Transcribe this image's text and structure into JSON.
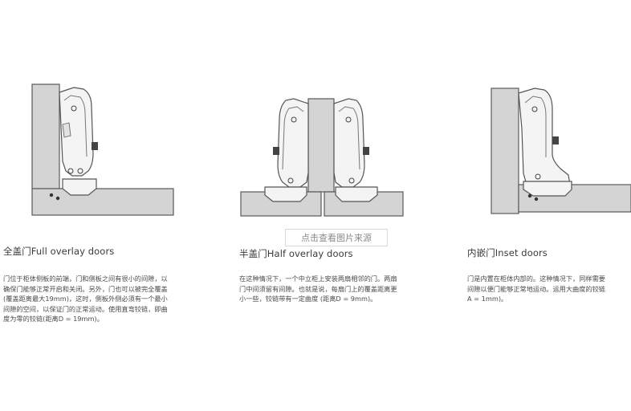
{
  "sections": [
    {
      "title": "全盖门Full overlay doors",
      "body": "门位于柜体侧板的前端，门和侧板之间有很小的间隙，以\n确保门能够正常开启和关闭。另外，门也可以被完全覆盖\n(覆盖距离最大19mm)，这时，侧板外侧必须有一个最小\n间隙的空间，以保证门的正常运动。使用直弯铰链，即曲\n度为零的铰链(距离D = 19mm)。"
    },
    {
      "title": "半盖门Half overlay doors",
      "body": "在这种情况下，一个中立柜上安装两扇相邻的门。两扇\n门中间须留有间隙。也就是说，每扇门上的覆盖距离更\n小一些，铰链带有一定曲度 (距离D = 9mm)。"
    },
    {
      "title": "内嵌门Inset doors",
      "body": "门是内置在柜体内部的。这种情况下，同样需要\n间隙以便门能够正常地运动。运用大曲度的铰链\nA = 1mm)。"
    }
  ],
  "view_link": "点击查看图片来源",
  "colors": {
    "panel_fill": "#d4d4d4",
    "panel_stroke": "#5a5a5a",
    "hinge_fill": "#f4f4f4",
    "hinge_stroke": "#555555"
  }
}
